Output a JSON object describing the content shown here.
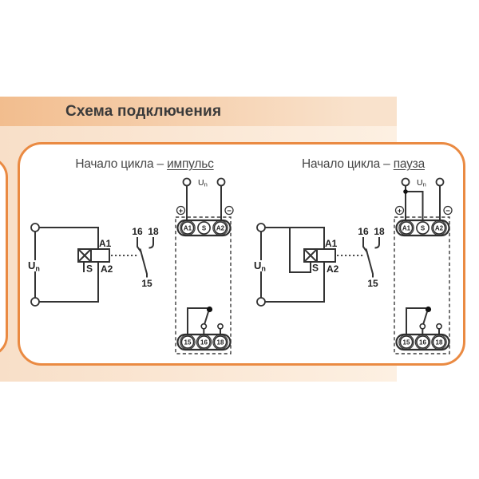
{
  "header": {
    "title": "Схема подключения"
  },
  "panel": {
    "diagrams": [
      {
        "id": "pulse",
        "title_prefix": "Начало цикла – ",
        "title_emphasis": "импульс"
      },
      {
        "id": "pause",
        "title_prefix": "Начало цикла – ",
        "title_emphasis": "пауза"
      }
    ],
    "labels": {
      "un": "U",
      "un_sub": "n",
      "a1": "A1",
      "a2": "A2",
      "s": "S",
      "plus": "+",
      "minus": "−",
      "t15": "15",
      "t16": "16",
      "t18": "18"
    }
  },
  "colors": {
    "accent_border": "#ea8a42",
    "band_left": "#f2bd8e",
    "band_right": "#f9e2cc",
    "block_left": "#f8dfc8",
    "block_right": "#fdf0e2",
    "line": "#333333",
    "title_text": "#3a3a3a"
  }
}
